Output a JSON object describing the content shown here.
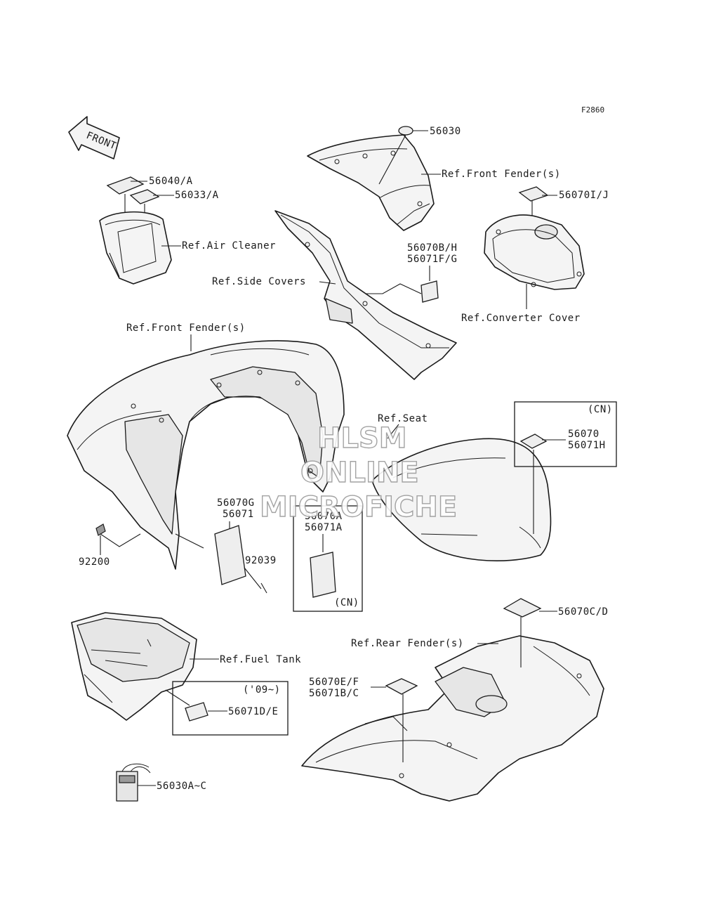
{
  "figure_code": "F2860",
  "front_arrow": "FRONT",
  "labels": {
    "p56030": "56030",
    "ref_front_fender_top": "Ref.Front Fender(s)",
    "p56040a": "56040/A",
    "p56033a": "56033/A",
    "ref_air_cleaner": "Ref.Air Cleaner",
    "p56070ij": "56070I/J",
    "p56070bh": "56070B/H",
    "p56071fg": "56071F/G",
    "ref_side_covers": "Ref.Side Covers",
    "ref_converter_cover": "Ref.Converter Cover",
    "ref_front_fender_main": "Ref.Front Fender(s)",
    "cn_top": "(CN)",
    "ref_seat": "Ref.Seat",
    "p56070": "56070",
    "p56071h": "56071H",
    "p56070g": "56070G",
    "p56071": "56071",
    "p56070a": "56070A",
    "p56071a": "56071A",
    "p92200": "92200",
    "p92039": "92039",
    "cn_mid": "(CN)",
    "p56070cd": "56070C/D",
    "ref_rear_fender": "Ref.Rear Fender(s)",
    "ref_fuel_tank": "Ref.Fuel Tank",
    "p56070ef": "56070E/F",
    "p56071bc": "56071B/C",
    "year_09": "('09~)",
    "p56071de": "56071D/E",
    "p56030ac": "56030A~C"
  },
  "watermark": {
    "line1": "HLSM",
    "line2": "ONLINE",
    "line3": "MICROFICHE"
  },
  "colors": {
    "ink": "#1a1a1a",
    "part_fill": "#f4f4f4",
    "watermark_outline": "#9a9a9a"
  }
}
